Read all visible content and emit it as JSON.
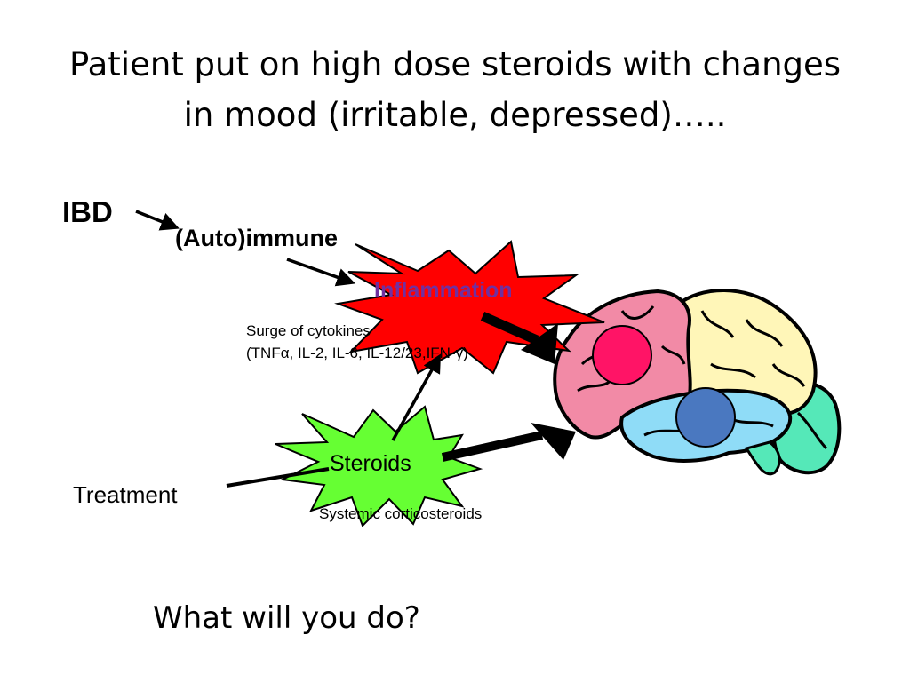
{
  "slide": {
    "title_line1": "Patient put on high dose steroids with changes",
    "title_line2": "in mood (irritable, depressed)…..",
    "question": "What will you do?"
  },
  "diagram": {
    "ibd": "IBD",
    "autoimmune": "(Auto)immune",
    "inflammation": "Inflammation",
    "cytokines_line1": "Surge of cytokines",
    "cytokines_line2": "(TNFα, IL-2, IL-6, IL-12/23,IFN-γ)",
    "steroids": "Steroids",
    "treatment": "Treatment",
    "systemic": "Systemic corticosteroids"
  },
  "colors": {
    "inflammation_burst": "#ff0000",
    "inflammation_text": "#7030a0",
    "steroids_burst": "#66ff33",
    "brain_frontal": "#f28aa6",
    "brain_parietal": "#fff6b8",
    "brain_temporal": "#8fdcf7",
    "brain_occipital": "#55e8b8",
    "brain_frontal_spot": "#ff1466",
    "brain_temporal_spot": "#4a78c0"
  }
}
